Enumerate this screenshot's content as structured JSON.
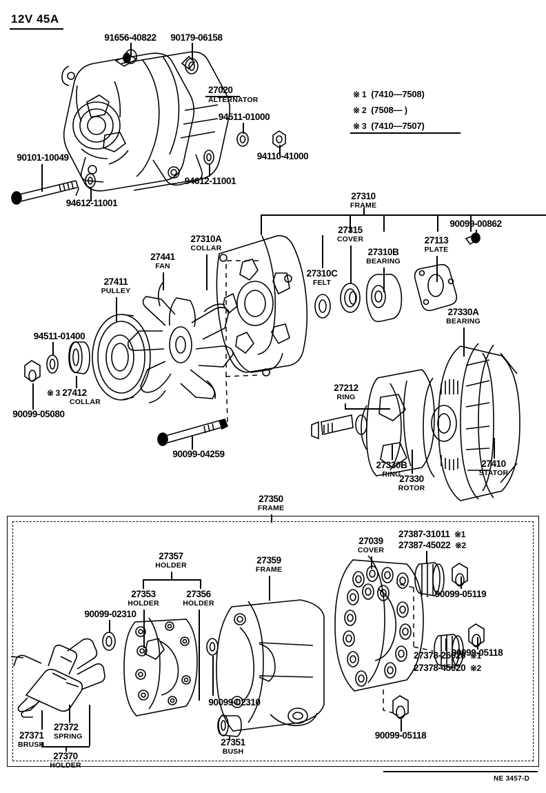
{
  "title": "12V 45A",
  "diagram_code": "NE 3457-D",
  "notes": [
    {
      "mark": "※ 1",
      "range": "(7410—7508)"
    },
    {
      "mark": "※ 2",
      "range": "(7508—        )"
    },
    {
      "mark": "※ 3",
      "range": "(7410—7507)"
    }
  ],
  "section_top": {
    "parts": [
      {
        "number": "91656-40822",
        "name": ""
      },
      {
        "number": "90179-06158",
        "name": ""
      },
      {
        "number": "27020",
        "name": "ALTERNATOR"
      },
      {
        "number": "94511-01000",
        "name": ""
      },
      {
        "number": "94110-41000",
        "name": ""
      },
      {
        "number": "94612-11001",
        "name": ""
      },
      {
        "number": "90101-10049",
        "name": ""
      },
      {
        "number": "94612-11001",
        "name": ""
      }
    ]
  },
  "section_middle": {
    "parts": [
      {
        "number": "27310",
        "name": "FRAME"
      },
      {
        "number": "27315",
        "name": "COVER"
      },
      {
        "number": "27310B",
        "name": "BEARING"
      },
      {
        "number": "27113",
        "name": "PLATE"
      },
      {
        "number": "90099-00862",
        "name": ""
      },
      {
        "number": "27310C",
        "name": "FELT"
      },
      {
        "number": "27310A",
        "name": "COLLAR"
      },
      {
        "number": "27441",
        "name": "FAN"
      },
      {
        "number": "27411",
        "name": "PULLEY"
      },
      {
        "number": "94511-01400",
        "name": ""
      },
      {
        "number": "27412",
        "name": "COLLAR",
        "mark": "※ 3"
      },
      {
        "number": "90099-05080",
        "name": ""
      },
      {
        "number": "90099-04259",
        "name": ""
      },
      {
        "number": "27330A",
        "name": "BEARING"
      },
      {
        "number": "27212",
        "name": "RING"
      },
      {
        "number": "27330B",
        "name": "RING"
      },
      {
        "number": "27330",
        "name": "ROTOR"
      },
      {
        "number": "27410",
        "name": "STATOR"
      }
    ]
  },
  "section_bottom": {
    "frame_label": {
      "number": "27350",
      "name": "FRAME"
    },
    "parts": [
      {
        "number": "27357",
        "name": "HOLDER"
      },
      {
        "number": "27353",
        "name": "HOLDER"
      },
      {
        "number": "27356",
        "name": "HOLDER"
      },
      {
        "number": "27359",
        "name": "FRAME"
      },
      {
        "number": "90099-02310",
        "name": ""
      },
      {
        "number": "27039",
        "name": "COVER"
      },
      {
        "number": "27387-31011",
        "name": "",
        "mark": "※1"
      },
      {
        "number": "27387-45022",
        "name": "",
        "mark": "※2"
      },
      {
        "number": "90099-05119",
        "name": ""
      },
      {
        "number": "90099-05118",
        "name": ""
      },
      {
        "number": "27378-26020",
        "name": "",
        "mark": "※1"
      },
      {
        "number": "27378-45020",
        "name": "",
        "mark": "※2"
      },
      {
        "number": "90099-05118",
        "name": ""
      },
      {
        "number": "90099-02310",
        "name": ""
      },
      {
        "number": "27351",
        "name": "BUSH"
      },
      {
        "number": "27371",
        "name": "BRUSH"
      },
      {
        "number": "27372",
        "name": "SPRING"
      },
      {
        "number": "27370",
        "name": "HOLDER"
      }
    ]
  }
}
